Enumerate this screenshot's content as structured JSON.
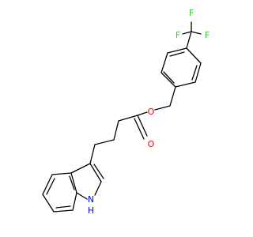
{
  "molecule": {
    "atom_labels": {
      "fluorine_top": "F",
      "fluorine_left": "F",
      "fluorine_right": "F",
      "ester_oxygen": "O",
      "carbonyl_oxygen": "O",
      "indole_nitrogen": "H"
    },
    "colors": {
      "bond": "#000000",
      "fluorine": "#33cc33",
      "oxygen": "#ff0000",
      "nitrogen": "#0000ff"
    }
  }
}
